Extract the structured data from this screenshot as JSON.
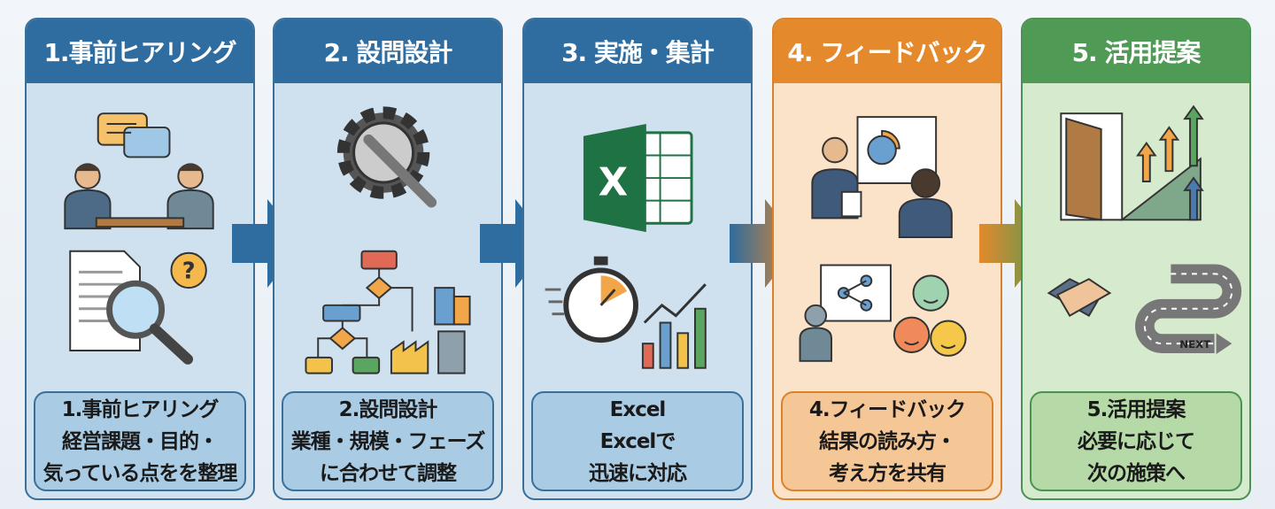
{
  "steps": [
    {
      "title": "1.事前ヒアリング",
      "lines": [
        "1.事前ヒアリング",
        "経営課題・目的・",
        "気っている点をを整理"
      ],
      "icons": [
        "chat-bubbles-icon",
        "meeting-people-icon",
        "document-icon",
        "magnifier-icon",
        "question-bubble-icon"
      ]
    },
    {
      "title": "2. 設問設計",
      "lines": [
        "2.設問設計",
        "業種・規模・フェーズ",
        "に合わせて調整"
      ],
      "icons": [
        "gear-wrench-icon",
        "flowchart-icon",
        "buildings-icon",
        "factory-icon"
      ]
    },
    {
      "title": "3. 実施・集計",
      "lines": [
        "Excel",
        "Excelで",
        "迅速に対応"
      ],
      "icons": [
        "excel-icon",
        "stopwatch-icon",
        "bar-chart-icon"
      ],
      "excel_letter": "X"
    },
    {
      "title": "4. フィードバック",
      "lines": [
        "4.フィードバック",
        "結果の読み方・",
        "考え方を共有"
      ],
      "icons": [
        "presenter-icon",
        "share-board-icon",
        "smiley-faces-icon"
      ]
    },
    {
      "title": "5. 活用提案",
      "lines": [
        "5.活用提案",
        "必要に応じて",
        "次の施策へ"
      ],
      "icons": [
        "door-icon",
        "growth-arrows-icon",
        "handshake-icon",
        "road-icon"
      ],
      "road_label": "NEXT"
    }
  ],
  "colors": {
    "blue": "#2f6c9f",
    "orange": "#e4892c",
    "green": "#4f9b56"
  }
}
